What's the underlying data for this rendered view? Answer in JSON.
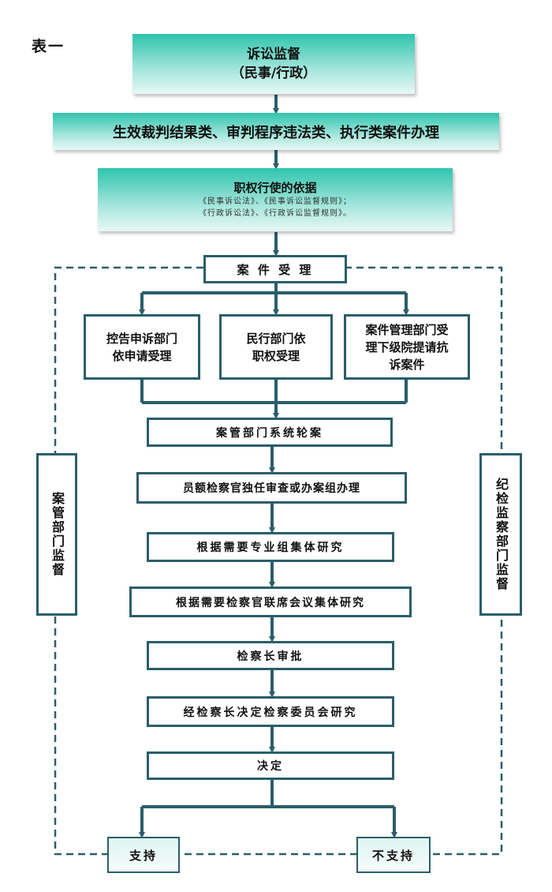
{
  "table_label": "表一",
  "title": {
    "line1": "诉讼监督",
    "line2": "（民事/行政）"
  },
  "case_types": "生效裁判结果类、审判程序违法类、执行类案件办理",
  "basis": {
    "title": "职权行使的依据",
    "line1": "《民事诉讼法》、《民事诉讼监督规则》；",
    "line2": "《行政诉讼法》、《行政诉讼监督规则》。"
  },
  "acceptance": "案 件 受 理",
  "branches": [
    {
      "line1": "控告申诉部门",
      "line2": "依申请受理",
      "line3": ""
    },
    {
      "line1": "民行部门依",
      "line2": "职权受理",
      "line3": ""
    },
    {
      "line1": "案件管理部门受",
      "line2": "理下级院提请抗",
      "line3": "诉案件"
    }
  ],
  "steps": [
    "案管部门系统轮案",
    "员额检察官独任审查或办案组办理",
    "根据需要专业组集体研究",
    "根据需要检察官联席会议集体研究",
    "检察长审批",
    "经检察长决定检察委员会研究",
    "决定"
  ],
  "outcomes": {
    "support": "支持",
    "no_support": "不支持"
  },
  "side_left": "案管部门监督",
  "side_right": "纪检监察部门监督",
  "colors": {
    "line": "#2a5e6a",
    "teal": "#2fc4ad",
    "dashed": "#2a5e6a"
  }
}
